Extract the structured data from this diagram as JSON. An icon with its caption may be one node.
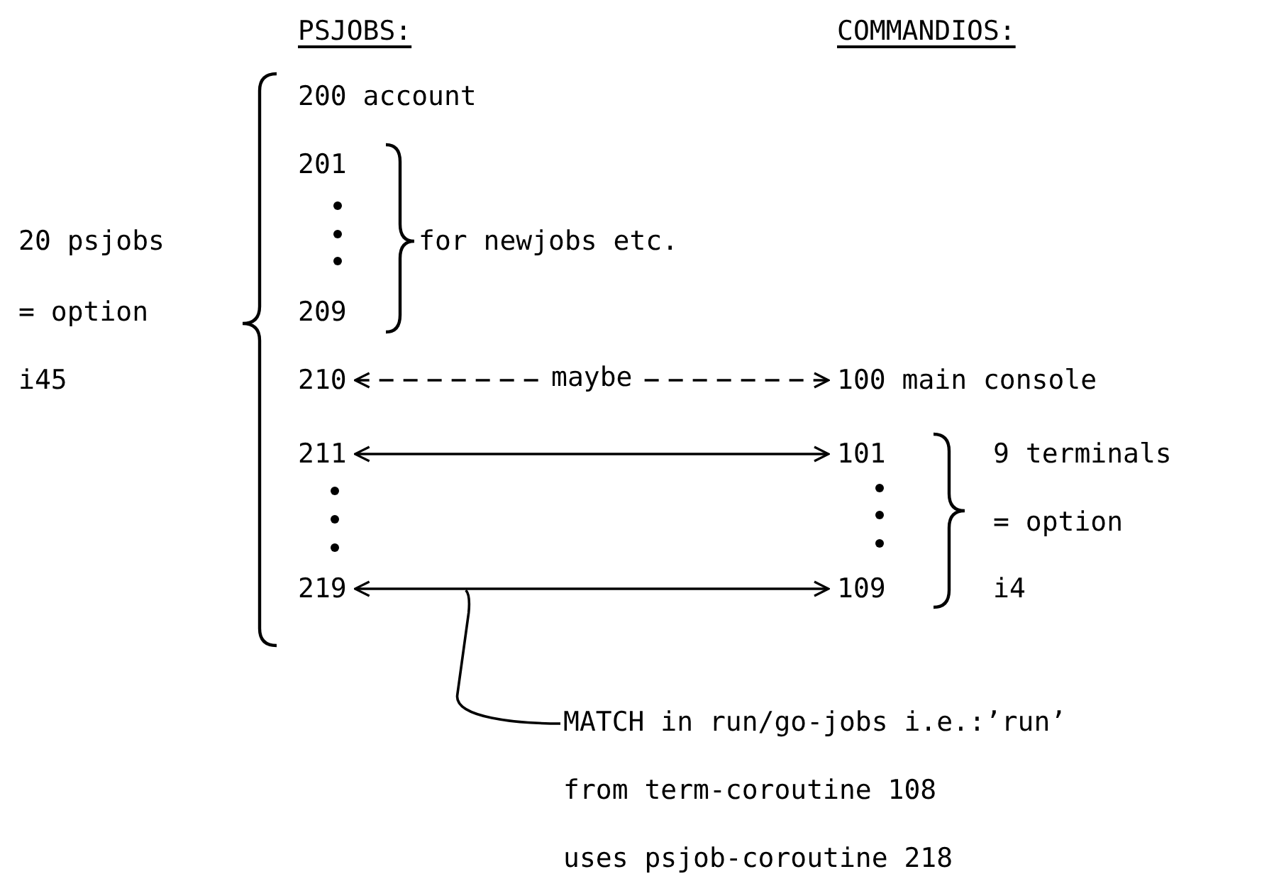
{
  "diagram": {
    "nodes": [
      {
        "text": [
          "210"
        ]
      },
      {
        "text": [
          "100 main console"
        ]
      },
      {
        "text": [
          "211"
        ]
      },
      {
        "text": [
          "101"
        ]
      },
      {
        "text": [
          "219"
        ]
      },
      {
        "text": [
          "109"
        ]
      },
      {
        "text": [
          "MATCH in run/go-jobs i.e.:’run’",
          "from term-coroutine 108",
          "uses psjob-coroutine 218"
        ]
      }
    ],
    "edges": [
      {
        "from": 0,
        "to": 1,
        "arrow": "both",
        "label": "maybe",
        "style": "dashed"
      },
      {
        "from": 2,
        "to": 3,
        "arrow": "both"
      },
      {
        "from": 4,
        "to": 5,
        "arrow": "both"
      },
      {
        "from": 6,
        "to": null,
        "arrow": "none"
      }
    ],
    "labels": [
      "PSJOBS:",
      "COMMANDIOS:",
      "200 account",
      "201",
      "209",
      "for newjobs etc.",
      "20 psjobs",
      "= option",
      "i45",
      "9 terminals",
      "= option",
      "i4"
    ]
  }
}
